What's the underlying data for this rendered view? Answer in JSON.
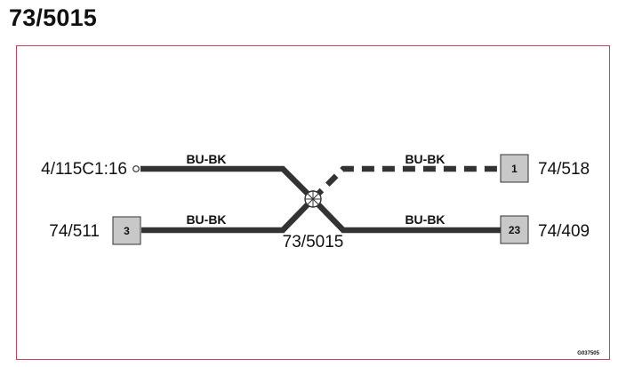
{
  "title": "73/5015",
  "colors": {
    "frame": "#c8405a",
    "wire": "#333333",
    "pin_box": "#c8c8c8"
  },
  "splice": {
    "label": "73/5015",
    "icon": "splice-node-icon"
  },
  "connections": {
    "top_left": {
      "label": "4/115C1:16",
      "terminal": "open-terminal-icon"
    },
    "bottom_left": {
      "label": "74/511",
      "pin": "3"
    },
    "top_right": {
      "label": "74/518",
      "pin": "1"
    },
    "bottom_right": {
      "label": "74/409",
      "pin": "23"
    }
  },
  "wires": {
    "top_left": {
      "color_code": "BU-BK",
      "style": "solid"
    },
    "bottom_left": {
      "color_code": "BU-BK",
      "style": "solid"
    },
    "top_right": {
      "color_code": "BU-BK",
      "style": "dashed"
    },
    "bottom_right": {
      "color_code": "BU-BK",
      "style": "solid"
    }
  },
  "reference_code": "G037505"
}
